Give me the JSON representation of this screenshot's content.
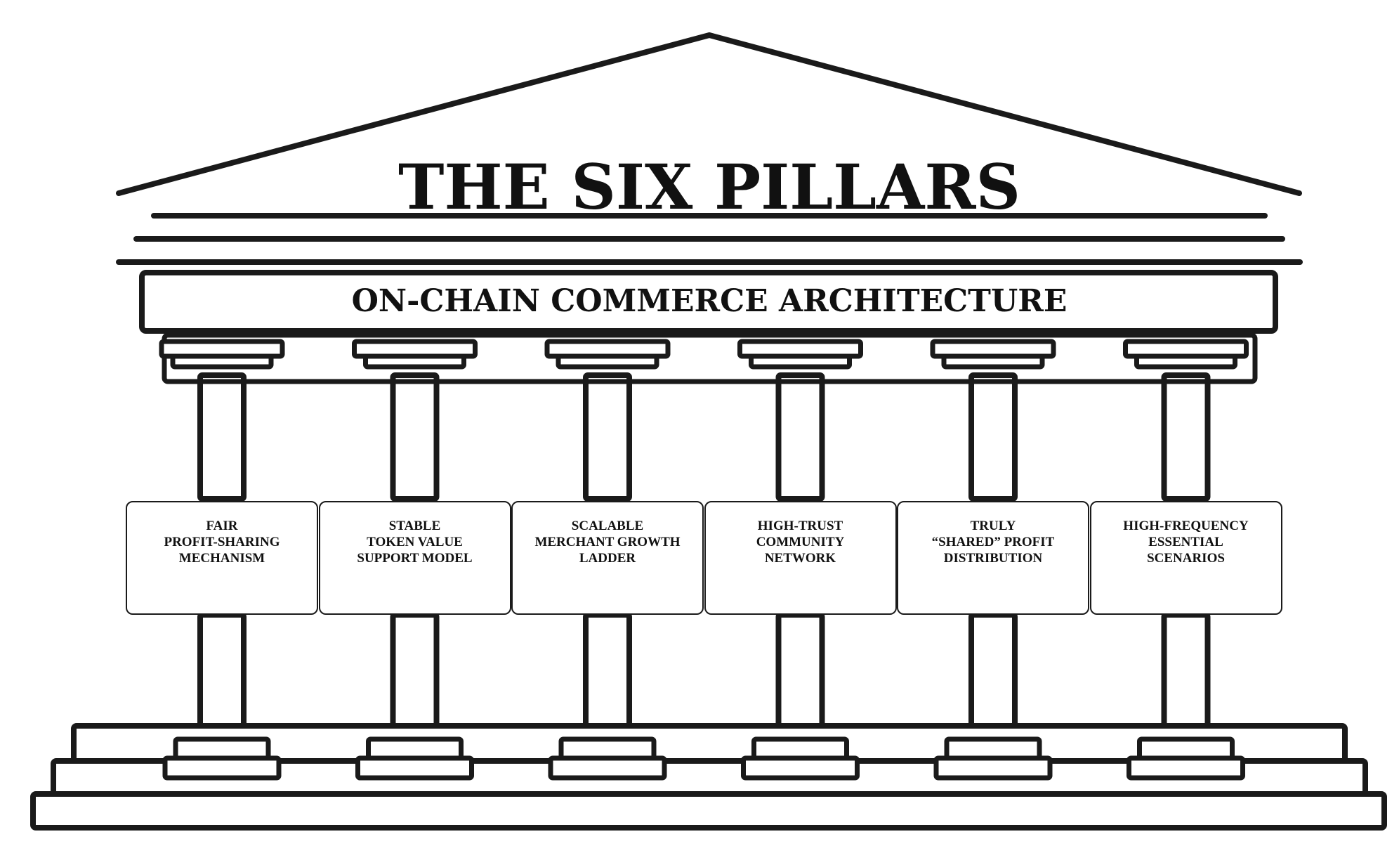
{
  "diagram": {
    "title": "THE SIX PILLARS",
    "architrave_label": "ON-CHAIN COMMERCE ARCHITECTURE",
    "pillars": [
      {
        "label": "FAIR\nPROFIT-SHARING\nMECHANISM"
      },
      {
        "label": "STABLE\nTOKEN VALUE\nSUPPORT MODEL"
      },
      {
        "label": "SCALABLE\nMERCHANT GROWTH\nLADDER"
      },
      {
        "label": "HIGH-TRUST\nCOMMUNITY\nNETWORK"
      },
      {
        "label": "TRULY\n“SHARED” PROFIT\nDISTRIBUTION"
      },
      {
        "label": "HIGH-FREQUENCY\nESSENTIAL\nSCENARIOS"
      }
    ],
    "colors": {
      "stroke": "#1a1a1a",
      "background": "#ffffff"
    }
  }
}
